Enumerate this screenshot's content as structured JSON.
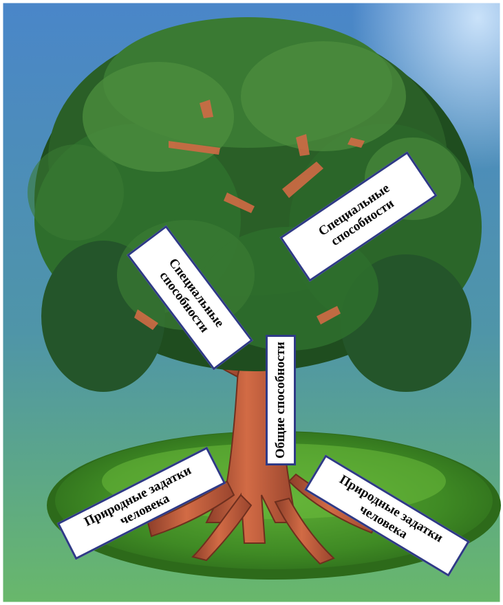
{
  "colors": {
    "sky_top": "#4f8ecb",
    "sky_bottom": "#5fb07a",
    "foliage_dark": "#1f4d1f",
    "foliage_mid": "#2e6e2c",
    "foliage_light": "#4e8f3f",
    "trunk": "#c9603f",
    "grass": "#4f9a2c",
    "label_border": "#2f3a86"
  },
  "labels": {
    "special_left": "Специальные\nспособности",
    "special_right": "Специальные\nспособности",
    "general": "Общие способности",
    "natural_left": "Природные задатки\nчеловека",
    "natural_right": "Природные задатки\nчеловека"
  }
}
